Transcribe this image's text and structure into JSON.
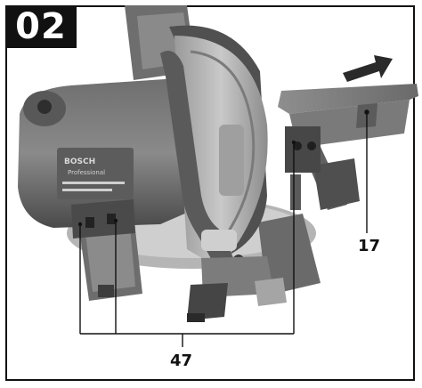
{
  "step": {
    "number": "02"
  },
  "callouts": {
    "label_17": "17",
    "label_47": "47"
  },
  "illustration": {
    "subject": "miter saw",
    "motor_label_brand": "BOSCH",
    "motor_label_line": "Professional",
    "arrow_direction": "right"
  },
  "colors": {
    "frame": "#111111",
    "badge_bg": "#111111",
    "badge_text": "#ffffff",
    "tool_body": "#7d7d7d",
    "tool_dark": "#3b3b3b",
    "tool_light": "#c8c8c8"
  }
}
